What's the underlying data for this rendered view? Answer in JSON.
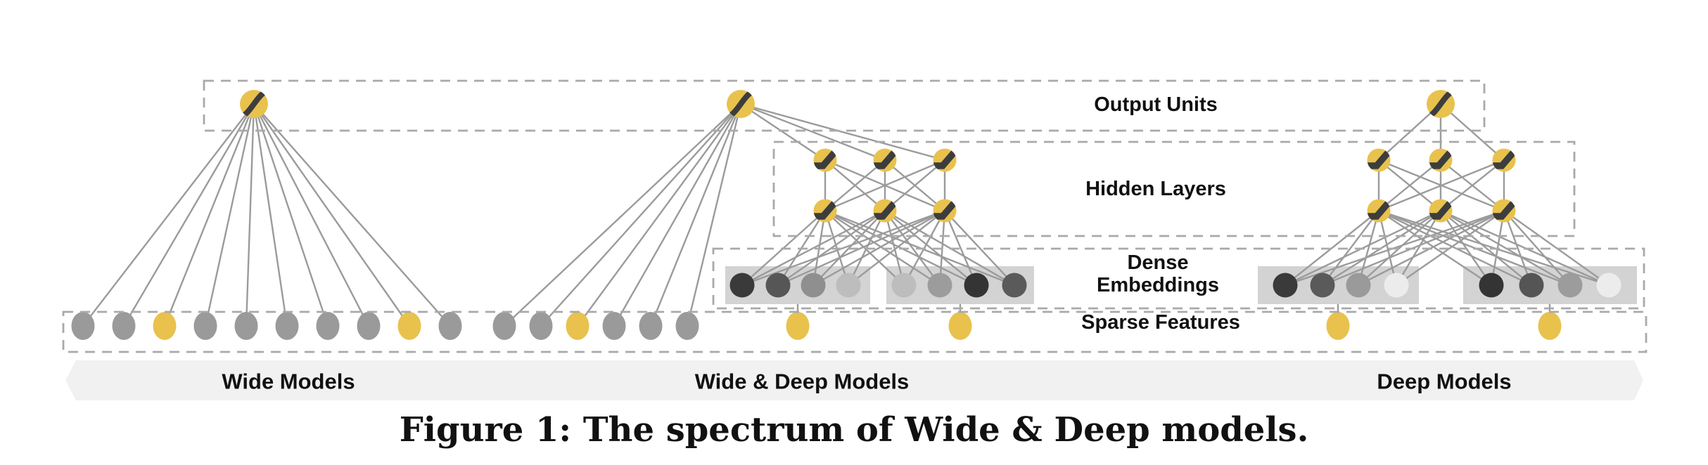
{
  "caption": "Figure 1: The spectrum of Wide & Deep models.",
  "labels": {
    "output_units": "Output Units",
    "hidden_layers": "Hidden Layers",
    "dense_embeddings_line1": "Dense",
    "dense_embeddings_line2": "Embeddings",
    "sparse_features": "Sparse Features"
  },
  "spectrum_band": {
    "wide_label": "Wide Models",
    "wide_deep_label": "Wide & Deep Models",
    "deep_label": "Deep Models"
  },
  "colors": {
    "node_yellow": "#e8c24d",
    "node_gray": "#9a9a9a",
    "stripe_dark": "#3d3d3d",
    "edge_gray": "#9b9b9b",
    "dash_gray": "#a9a9a9",
    "embedding_rect": "#d3d3d3",
    "band_fill": "#f1f1f1",
    "background": "#ffffff"
  },
  "models": [
    {
      "id": "wide",
      "label": "Wide Models",
      "type": "wide",
      "output_units": 1,
      "sparse_features": [
        "gray",
        "gray",
        "yellow",
        "gray",
        "gray",
        "gray",
        "gray",
        "gray",
        "yellow",
        "gray"
      ]
    },
    {
      "id": "wide_deep",
      "label": "Wide & Deep Models",
      "type": "wide_deep",
      "output_units": 1,
      "sparse_features": [
        "gray",
        "gray",
        "yellow",
        "gray",
        "gray",
        "gray"
      ],
      "cross_product_features": [
        "yellow",
        "yellow"
      ],
      "hidden_units_per_layer": [
        3,
        3
      ],
      "embedding_groups": [
        [
          "#3a3a3a",
          "#565656",
          "#8f8f8f",
          "#bdbdbd"
        ],
        [
          "#bdbdbd",
          "#9c9c9c",
          "#343434",
          "#5a5a5a"
        ]
      ]
    },
    {
      "id": "deep",
      "label": "Deep Models",
      "type": "deep",
      "output_units": 1,
      "cross_product_features": [
        "yellow",
        "yellow"
      ],
      "hidden_units_per_layer": [
        3,
        3
      ],
      "embedding_groups": [
        [
          "#3a3a3a",
          "#5a5a5a",
          "#9a9a9a",
          "#ececec"
        ],
        [
          "#343434",
          "#555555",
          "#9c9c9c",
          "#ececec"
        ]
      ]
    }
  ]
}
